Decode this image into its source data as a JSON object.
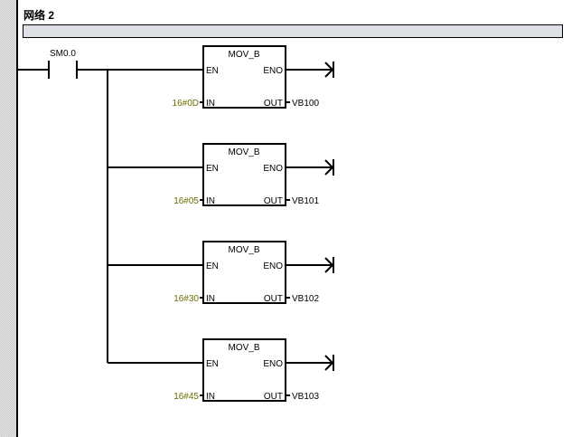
{
  "network": {
    "title": "网络 2",
    "comment": ""
  },
  "contact": {
    "address": "SM0.0",
    "type": "normally-open"
  },
  "blocks": [
    {
      "name": "MOV_B",
      "en": "EN",
      "eno": "ENO",
      "in_pin": "IN",
      "out_pin": "OUT",
      "in_value": "16#0D",
      "out_value": "VB100"
    },
    {
      "name": "MOV_B",
      "en": "EN",
      "eno": "ENO",
      "in_pin": "IN",
      "out_pin": "OUT",
      "in_value": "16#05",
      "out_value": "VB101"
    },
    {
      "name": "MOV_B",
      "en": "EN",
      "eno": "ENO",
      "in_pin": "IN",
      "out_pin": "OUT",
      "in_value": "16#30",
      "out_value": "VB102"
    },
    {
      "name": "MOV_B",
      "en": "EN",
      "eno": "ENO",
      "in_pin": "IN",
      "out_pin": "OUT",
      "in_value": "16#45",
      "out_value": "VB103"
    }
  ],
  "colors": {
    "constant": "#6b6b00",
    "comment_bar": "#dcdfe3"
  }
}
